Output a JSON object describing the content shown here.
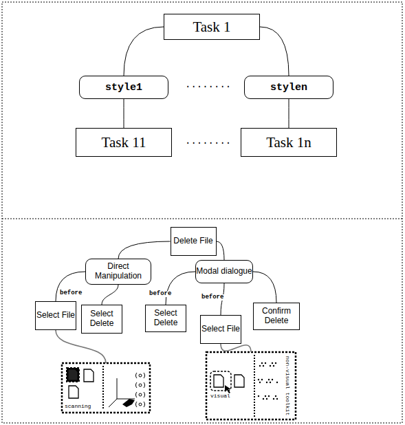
{
  "diagram": {
    "nodes": [
      {
        "text": [
          "Task 1"
        ]
      },
      {
        "text": [
          "style1"
        ]
      },
      {
        "text": [
          "stylen"
        ]
      },
      {
        "text": [
          "Task 11"
        ]
      },
      {
        "text": [
          "Task 1n"
        ]
      },
      {
        "text": [
          "Delete File"
        ]
      },
      {
        "text": [
          "Direct Manipulation"
        ]
      },
      {
        "text": [
          "Modal dialogue"
        ]
      },
      {
        "text": [
          "Select File"
        ]
      },
      {
        "text": [
          "Select Delete"
        ]
      },
      {
        "text": [
          "Select Delete"
        ]
      },
      {
        "text": [
          "Select File"
        ]
      },
      {
        "text": [
          "Confirm Delete"
        ]
      },
      {
        "text": [
          "scanning"
        ]
      },
      {
        "text": [
          "visual",
          "non-visual toolkit"
        ]
      }
    ],
    "edges": [
      {
        "from": 0,
        "to": 1,
        "arrow": "none"
      },
      {
        "from": 0,
        "to": 2,
        "arrow": "none"
      },
      {
        "from": 1,
        "to": 3,
        "arrow": "none"
      },
      {
        "from": 2,
        "to": 4,
        "arrow": "none"
      },
      {
        "from": 5,
        "to": 6,
        "arrow": "none"
      },
      {
        "from": 5,
        "to": 7,
        "arrow": "none"
      },
      {
        "from": 6,
        "to": 8,
        "arrow": "none"
      },
      {
        "from": 6,
        "to": 9,
        "arrow": "none"
      },
      {
        "from": 7,
        "to": 10,
        "arrow": "none"
      },
      {
        "from": 7,
        "to": 11,
        "arrow": "none"
      },
      {
        "from": 7,
        "to": 12,
        "arrow": "none"
      },
      {
        "from": 8,
        "to": 13,
        "arrow": "none"
      },
      {
        "from": 11,
        "to": 14,
        "arrow": "none"
      }
    ],
    "labels": [
      "........",
      "........",
      "before",
      "before",
      "before"
    ]
  }
}
